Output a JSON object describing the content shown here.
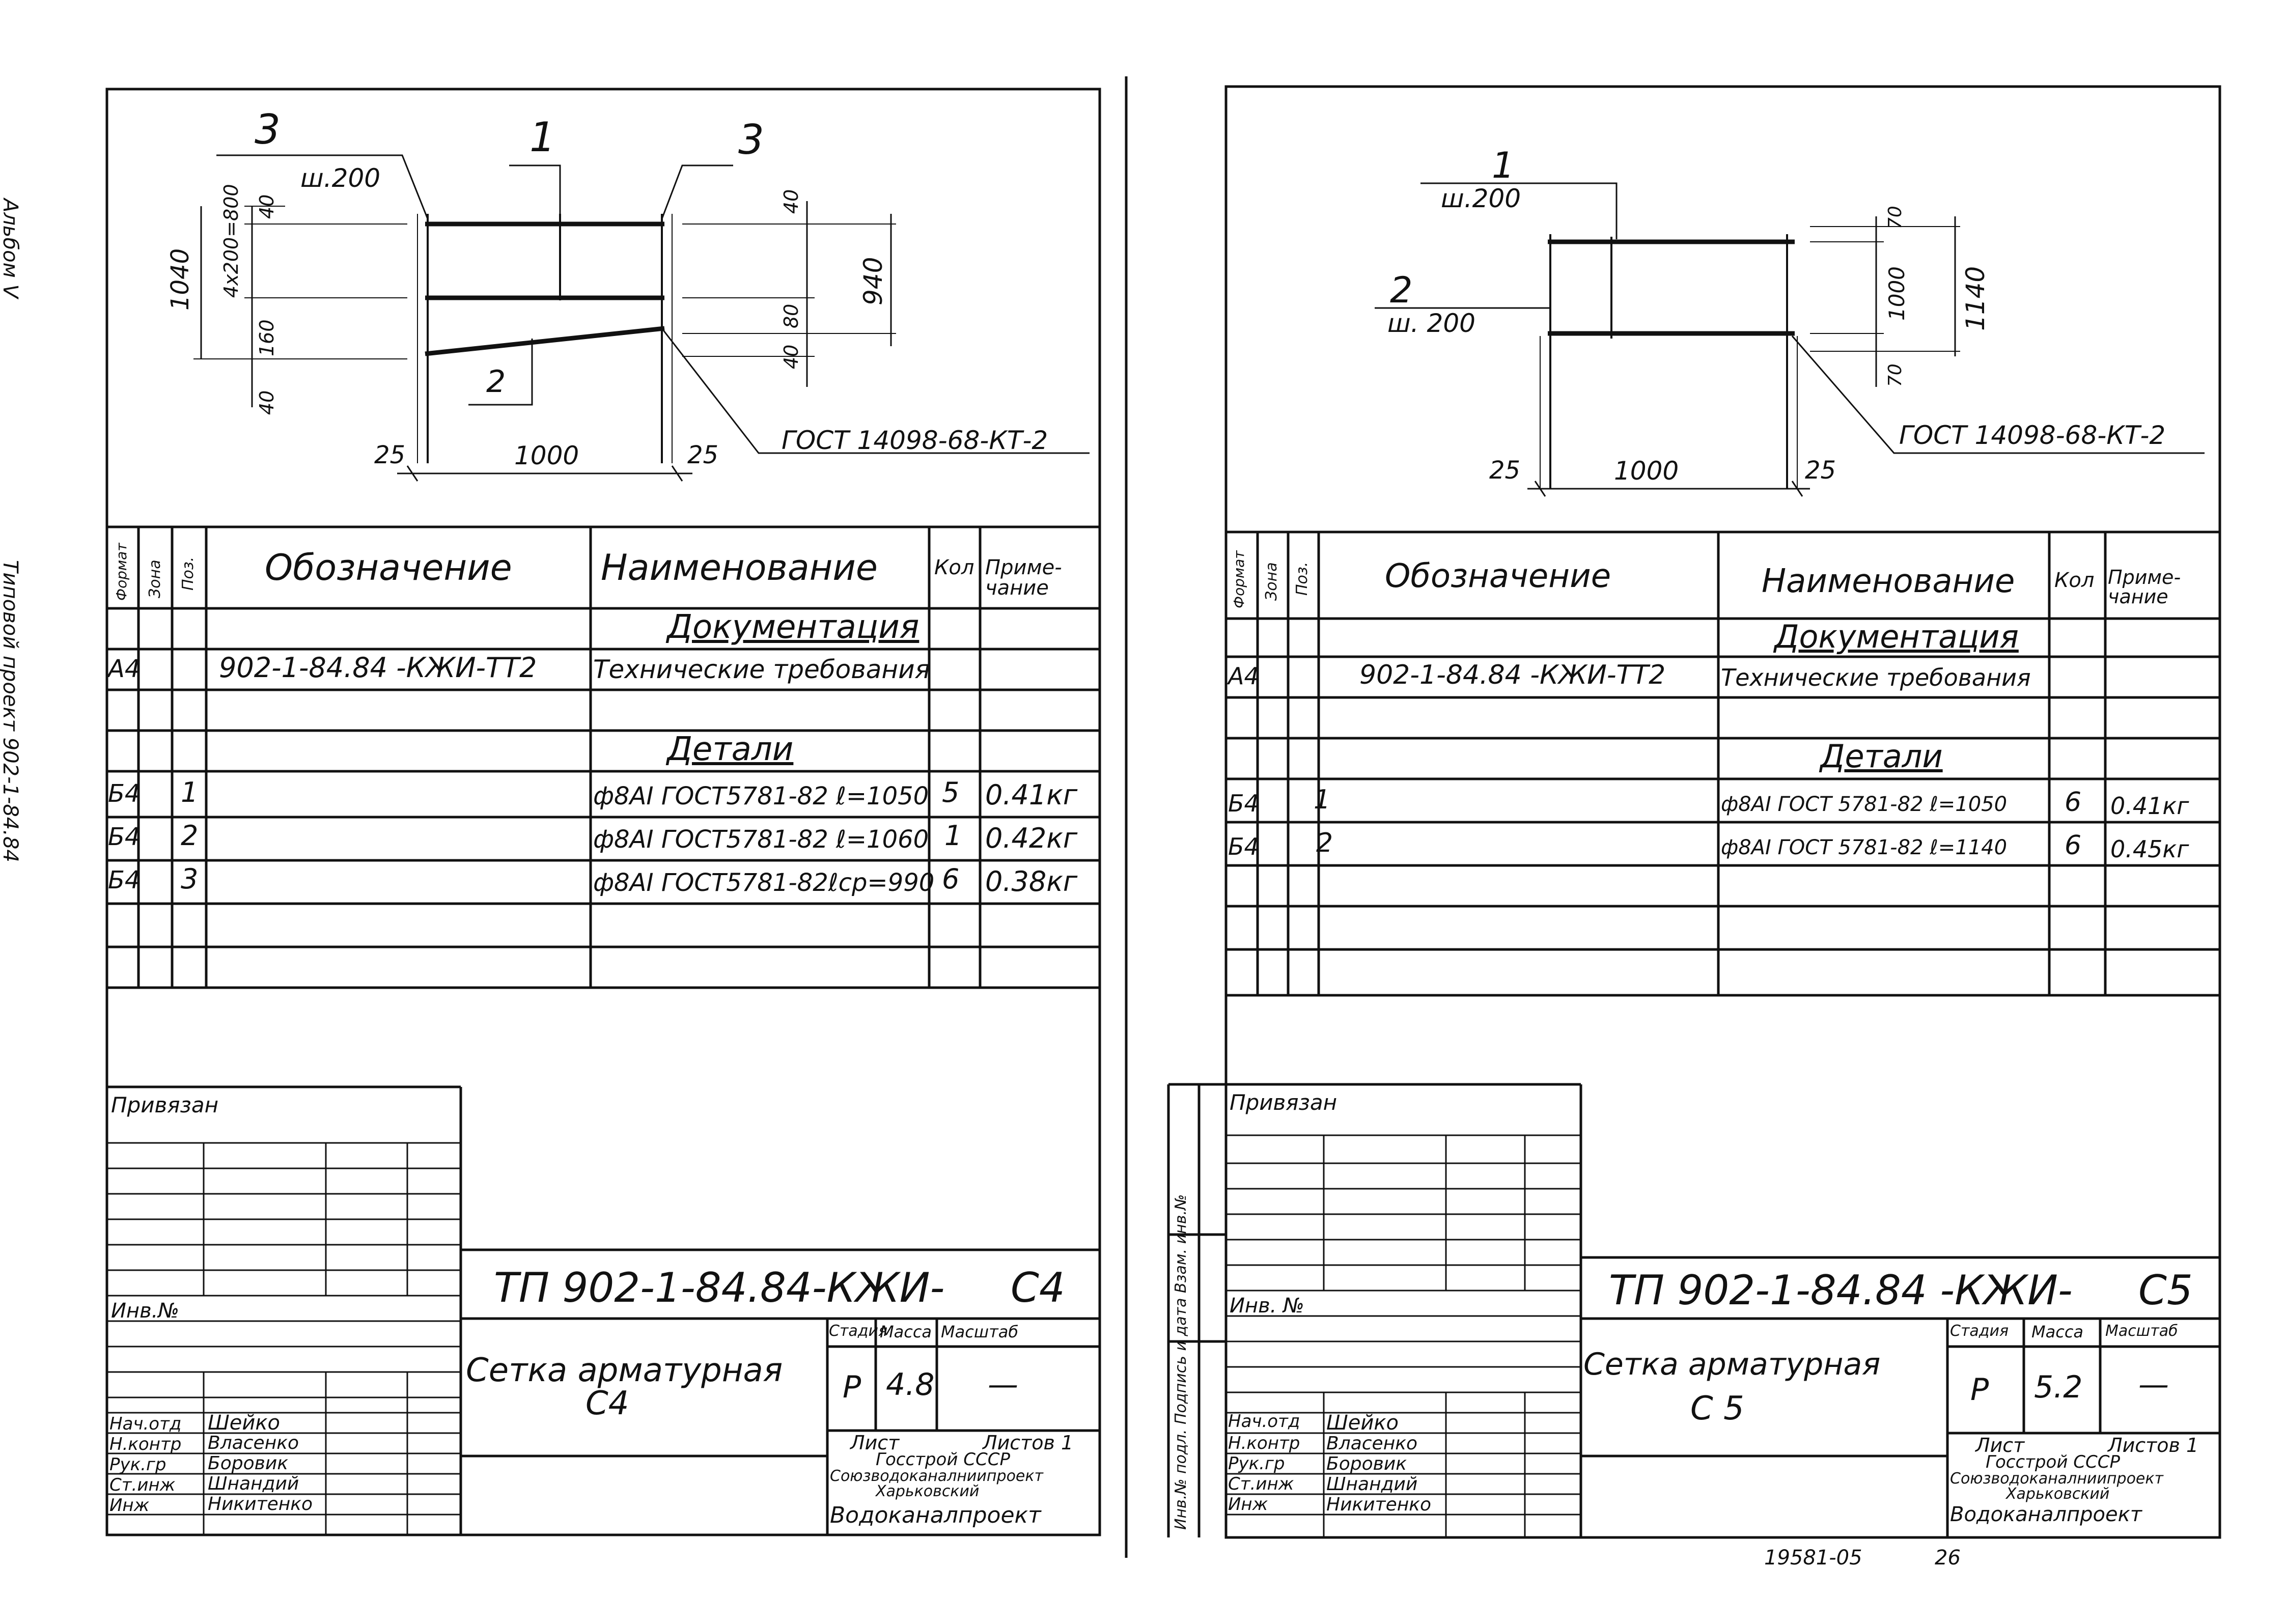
{
  "sheets": [
    {
      "side_label": "Альбом V",
      "side_project": "Типовой проект 902-1-84.84",
      "drawing": {
        "callouts": [
          "3",
          "1",
          "3",
          "2"
        ],
        "spacing_top": "ш.200",
        "dims_left": [
          "1040",
          "4х200=800",
          "160",
          "40",
          "40"
        ],
        "dims_right_small": [
          "40",
          "40",
          "80"
        ],
        "dim_right": "940",
        "dims_bottom": [
          "25",
          "1000",
          "25"
        ],
        "gost": "ГОСТ 14098-68-КТ-2"
      },
      "spec": {
        "headers": {
          "format": "Формат",
          "zone": "Зона",
          "pos": "Поз.",
          "designation": "Обозначение",
          "name": "Наименование",
          "qty": "Кол",
          "note": "Приме-чание"
        },
        "rows": [
          {
            "format": "",
            "pos": "",
            "designation": "",
            "name": "Документация",
            "qty": "",
            "note": ""
          },
          {
            "format": "А4",
            "pos": "",
            "designation": "902-1-84.84 -КЖИ-ТТ2",
            "name": "Технические требования",
            "qty": "",
            "note": ""
          },
          {
            "format": "",
            "pos": "",
            "designation": "",
            "name": "",
            "qty": "",
            "note": ""
          },
          {
            "format": "",
            "pos": "",
            "designation": "",
            "name": "Детали",
            "qty": "",
            "note": ""
          },
          {
            "format": "Б4",
            "pos": "1",
            "designation": "",
            "name": "ф8АI ГОСТ5781-82 ℓ=1050",
            "qty": "5",
            "note": "0.41кг"
          },
          {
            "format": "Б4",
            "pos": "2",
            "designation": "",
            "name": "ф8АI ГОСТ5781-82 ℓ=1060",
            "qty": "1",
            "note": "0.42кг"
          },
          {
            "format": "Б4",
            "pos": "3",
            "designation": "",
            "name": "ф8АI ГОСТ5781-82ℓср=990",
            "qty": "6",
            "note": "0.38кг"
          }
        ]
      },
      "title_block": {
        "privyazan": "Привязан",
        "inv_no": "Инв.№",
        "code": "ТП 902-1-84.84-КЖИ-",
        "sheet_code": "С4",
        "title": "Сетка арматурная",
        "subtitle": "С4",
        "stage_label": "Стадия",
        "mass_label": "Масса",
        "scale_label": "Масштаб",
        "stage": "Р",
        "mass": "4.8",
        "scale": "—",
        "sheet_label": "Лист",
        "sheets_label": "Листов 1",
        "org_lines": [
          "Госстрой СССР",
          "Союзводоканалниипроект",
          "Харьковский",
          "Водоканалпроект"
        ],
        "staff": [
          {
            "role": "Нач.отд",
            "name": "Шейко"
          },
          {
            "role": "Н.контр",
            "name": "Власенко"
          },
          {
            "role": "Рук.гр",
            "name": "Боровик"
          },
          {
            "role": "Ст.инж",
            "name": "Шнандий"
          },
          {
            "role": "Инж",
            "name": "Никитенко"
          }
        ]
      }
    },
    {
      "side_label": "Инв.№ подл. Подпись и дата Взам. инв.№",
      "drawing": {
        "callouts": [
          "1",
          "2"
        ],
        "spacing_1": "ш.200",
        "spacing_2": "ш. 200",
        "dims_right_small": [
          "70",
          "1000",
          "70"
        ],
        "dim_right": "1140",
        "dims_bottom": [
          "25",
          "1000",
          "25"
        ],
        "gost": "ГОСТ 14098-68-КТ-2"
      },
      "spec": {
        "headers": {
          "format": "Формат",
          "zone": "Зона",
          "pos": "Поз.",
          "designation": "Обозначение",
          "name": "Наименование",
          "qty": "Кол",
          "note": "Приме-чание"
        },
        "rows": [
          {
            "format": "",
            "pos": "",
            "designation": "",
            "name": "Документация",
            "qty": "",
            "note": ""
          },
          {
            "format": "А4",
            "pos": "",
            "designation": "902-1-84.84 -КЖИ-ТТ2",
            "name": "Технические требования",
            "qty": "",
            "note": ""
          },
          {
            "format": "",
            "pos": "",
            "designation": "",
            "name": "",
            "qty": "",
            "note": ""
          },
          {
            "format": "",
            "pos": "",
            "designation": "",
            "name": "Детали",
            "qty": "",
            "note": ""
          },
          {
            "format": "Б4",
            "pos": "1",
            "designation": "",
            "name": "ф8АI ГОСТ 5781-82 ℓ=1050",
            "qty": "6",
            "note": "0.41кг"
          },
          {
            "format": "Б4",
            "pos": "2",
            "designation": "",
            "name": "ф8АI ГОСТ 5781-82 ℓ=1140",
            "qty": "6",
            "note": "0.45кг"
          }
        ]
      },
      "title_block": {
        "privyazan": "Привязан",
        "inv_no": "Инв. №",
        "code": "ТП 902-1-84.84 -КЖИ-",
        "sheet_code": "С5",
        "title": "Сетка арматурная",
        "subtitle": "С 5",
        "stage_label": "Стадия",
        "mass_label": "Масса",
        "scale_label": "Масштаб",
        "stage": "Р",
        "mass": "5.2",
        "scale": "—",
        "sheet_label": "Лист",
        "sheets_label": "Листов 1",
        "org_lines": [
          "Госстрой СССР",
          "Союзводоканалниипроект",
          "Харьковский",
          "Водоканалпроект"
        ],
        "staff": [
          {
            "role": "Нач.отд",
            "name": "Шейко"
          },
          {
            "role": "Н.контр",
            "name": "Власенко"
          },
          {
            "role": "Рук.гр",
            "name": "Боровик"
          },
          {
            "role": "Ст.инж",
            "name": "Шнандий"
          },
          {
            "role": "Инж",
            "name": "Никитенко"
          }
        ]
      }
    }
  ],
  "footer": {
    "archive_no": "19581-05",
    "page_no": "26"
  }
}
